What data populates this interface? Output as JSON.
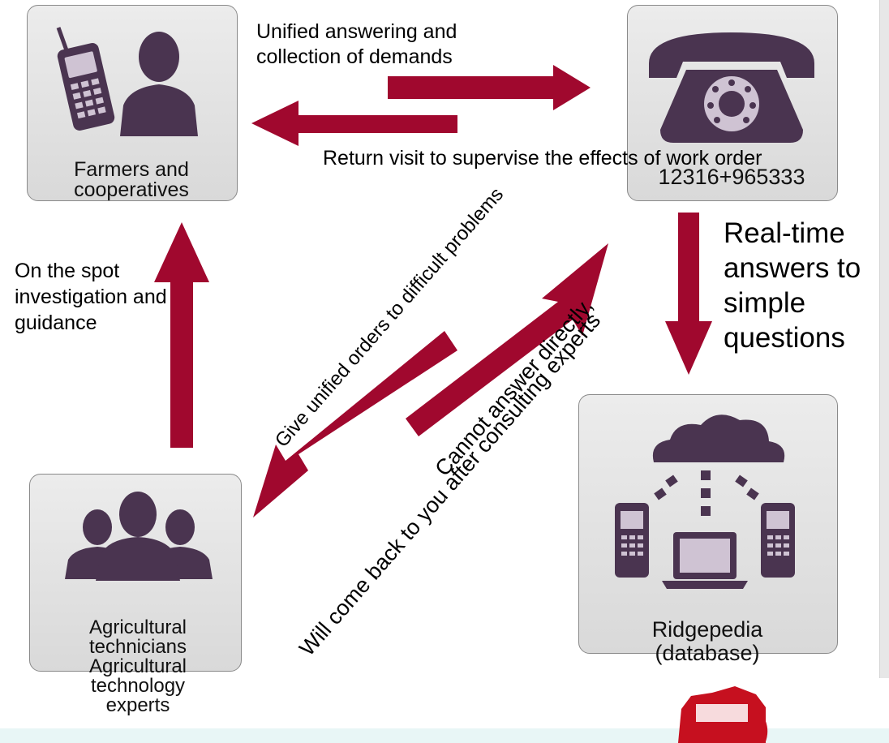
{
  "nodes": {
    "farmers": "Farmers and cooperatives",
    "hotline": "12316+965333",
    "ridgepedia": "Ridgepedia (database)",
    "technicians": "Agricultural technicians Agricultural technology experts"
  },
  "edges": {
    "unified_answering": "Unified answering and collection of demands",
    "return_visit": "Return visit to supervise the effects of work order",
    "realtime_answers": "Real-time answers to simple questions",
    "on_the_spot": "On the spot investigation and guidance",
    "give_orders": "Give unified orders to difficult problems",
    "cannot_answer": "Cannot answer directly,",
    "will_come_back": "Will come back to you after consulting experts"
  },
  "icons": [
    "mobile-phone-person-icon",
    "rotary-telephone-icon",
    "cloud-network-icon",
    "people-group-icon",
    "logo-badge-icon"
  ],
  "colors": {
    "arrow": "#a0082e",
    "icon": "#4a3450",
    "box_border": "#8a8a8a"
  }
}
